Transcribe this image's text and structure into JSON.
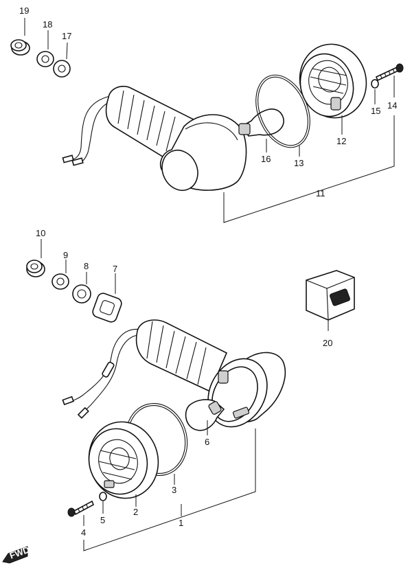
{
  "callouts": [
    {
      "id": "p19",
      "text": "19"
    },
    {
      "id": "p18",
      "text": "18"
    },
    {
      "id": "p17",
      "text": "17"
    },
    {
      "id": "p16",
      "text": "16"
    },
    {
      "id": "p15",
      "text": "15"
    },
    {
      "id": "p14",
      "text": "14"
    },
    {
      "id": "p13",
      "text": "13"
    },
    {
      "id": "p12",
      "text": "12"
    },
    {
      "id": "p11",
      "text": "11"
    },
    {
      "id": "p10",
      "text": "10"
    },
    {
      "id": "p9",
      "text": "9"
    },
    {
      "id": "p8",
      "text": "8"
    },
    {
      "id": "p7",
      "text": "7"
    },
    {
      "id": "p6",
      "text": "6"
    },
    {
      "id": "p5",
      "text": "5"
    },
    {
      "id": "p4",
      "text": "4"
    },
    {
      "id": "p3",
      "text": "3"
    },
    {
      "id": "p2",
      "text": "2"
    },
    {
      "id": "p1",
      "text": "1"
    },
    {
      "id": "p20",
      "text": "20"
    }
  ],
  "fwd_badge": "FWD"
}
